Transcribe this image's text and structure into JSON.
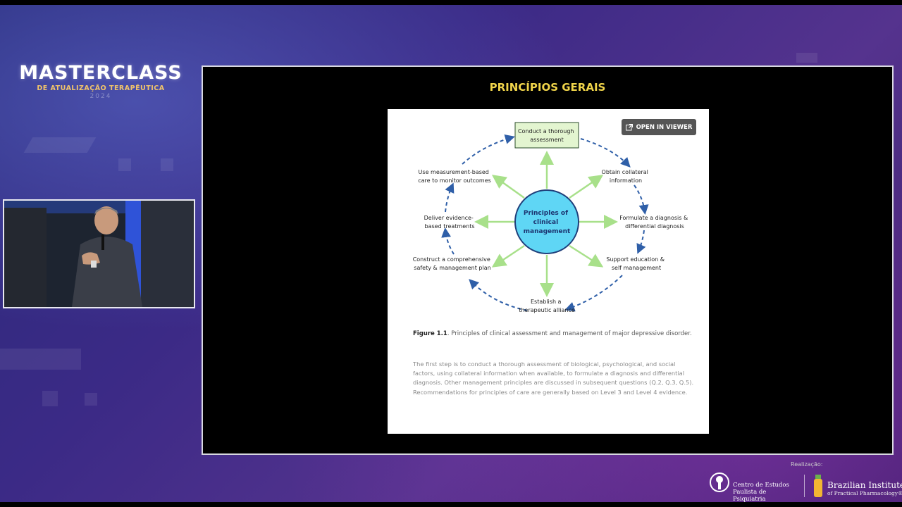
{
  "event": {
    "logo_title": "MASTERCLASS",
    "logo_subtitle": "DE ATUALIZAÇÃO TERAPÊUTICA",
    "logo_year": "2024"
  },
  "slide": {
    "title": "PRINCÍPIOS GERAIS",
    "viewer_button": "OPEN IN VIEWER",
    "diagram": {
      "center": [
        "Principles of",
        "clinical",
        "management"
      ],
      "nodes": {
        "top": [
          "Conduct a thorough",
          "assessment"
        ],
        "upper_right": [
          "Obtain collateral",
          "information"
        ],
        "right": [
          "Formulate a diagnosis &",
          "differential diagnosis"
        ],
        "lower_right": [
          "Support education &",
          "self management"
        ],
        "bottom": [
          "Establish a",
          "therapeutic alliance"
        ],
        "lower_left": [
          "Construct a comprehensive",
          "safety & management plan"
        ],
        "left": [
          "Deliver evidence-",
          "based treatments"
        ],
        "upper_left": [
          "Use measurement-based",
          "care to monitor outcomes"
        ]
      }
    },
    "caption_label": "Figure 1.1",
    "caption_text": ". Principles of clinical assessment and management of major depressive disorder.",
    "body": "The first step is to conduct a thorough assessment of biological, psychological, and social factors, using collateral information when available, to formulate a diagnosis and differential diagnosis. Other management principles are discussed in subsequent questions (Q.2, Q.3, Q.5). Recommendations for principles of care are generally based on Level 3 and Level 4 evidence."
  },
  "footer": {
    "realizacao": "Realização:",
    "org1_line1": "Centro de Estudos",
    "org1_line2": "Paulista de Psiquiatria",
    "org2_name": "Brazilian Institute",
    "org2_sub": "of Practical Pharmacology®"
  },
  "colors": {
    "title": "#f0d44a",
    "center_fill": "#5fd6f5",
    "center_stroke": "#1f3f7a",
    "arrow_green": "#a8e08a",
    "dash_blue": "#2f5fa8",
    "top_box_fill": "#e3f5d0"
  }
}
